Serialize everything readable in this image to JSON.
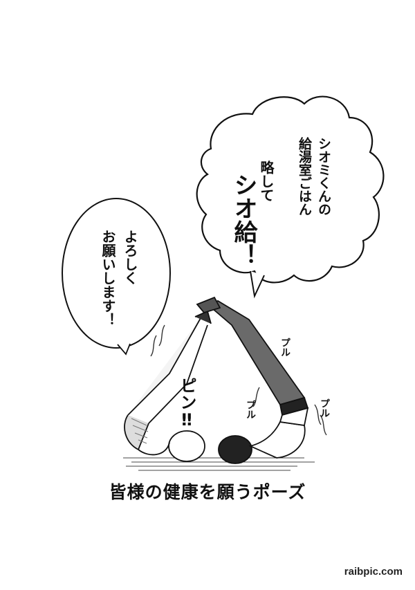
{
  "bubble_right": {
    "line1": "シオミくんの",
    "line2": "給湯室ごはん",
    "line3": "略して",
    "line4": "シオ給！"
  },
  "bubble_left": {
    "line1": "よろしく",
    "line2": "お願いします！"
  },
  "sfx": {
    "pin": "ピン‼",
    "puru_1": "プル",
    "puru_2": "プル",
    "puru_3": "プル"
  },
  "caption": "皆様の健康を願うポーズ",
  "watermark": "raibpic.com"
}
